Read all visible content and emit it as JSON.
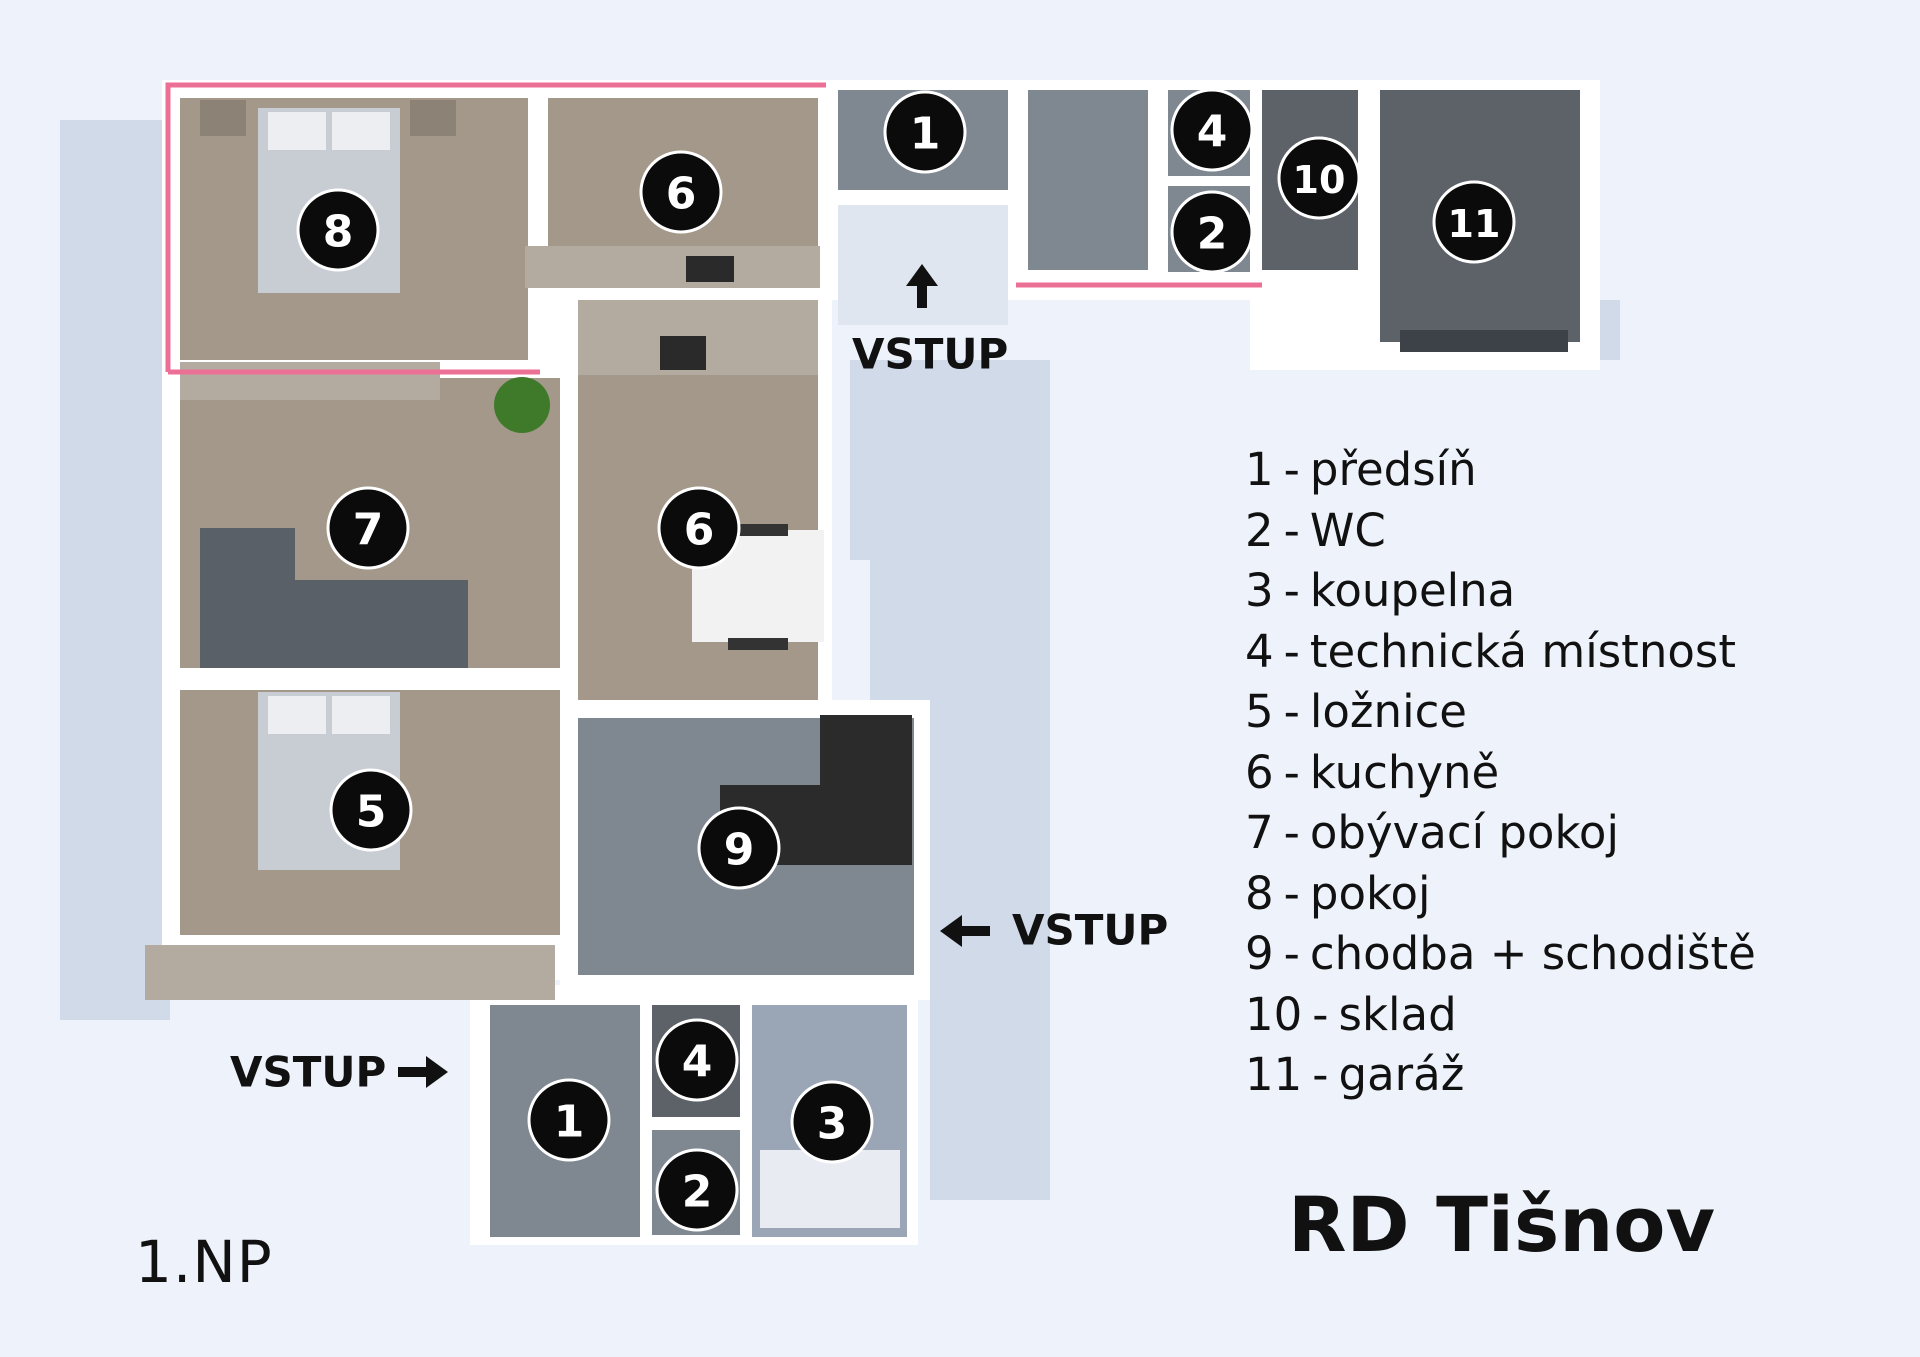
{
  "floor_label": "1.NP",
  "property_title": "RD Tišnov",
  "entry_label": "VSTUP",
  "legend": [
    {
      "number": "1",
      "name": "předsíň"
    },
    {
      "number": "2",
      "name": "WC"
    },
    {
      "number": "3",
      "name": "koupelna"
    },
    {
      "number": "4",
      "name": "technická místnost"
    },
    {
      "number": "5",
      "name": "ložnice"
    },
    {
      "number": "6",
      "name": "kuchyně"
    },
    {
      "number": "7",
      "name": "obývací pokoj"
    },
    {
      "number": "8",
      "name": "pokoj"
    },
    {
      "number": "9",
      "name": "chodba + schodiště"
    },
    {
      "number": "10",
      "name": "sklad"
    },
    {
      "number": "11",
      "name": "garáž"
    }
  ],
  "room_markers": [
    "8",
    "6",
    "1",
    "4",
    "2",
    "10",
    "11",
    "7",
    "6",
    "5",
    "9",
    "4",
    "1",
    "3",
    "2"
  ],
  "colors": {
    "background": "#eef3fb",
    "wall": "#ffffff",
    "wood_floor": "#a39889",
    "grey_floor": "#7f8791",
    "dark_floor": "#5d6269",
    "marker": "#0b0b0b",
    "highlight_wall": "#ec6f96"
  }
}
